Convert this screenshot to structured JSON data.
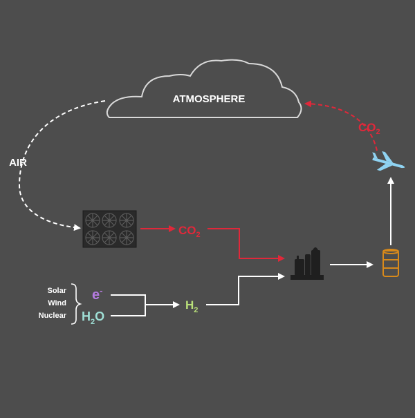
{
  "labels": {
    "atmosphere": "ATMOSPHERE",
    "air": "AIR",
    "co2_main": "CO",
    "co2_main_sub": "2",
    "co2_return": "CO",
    "co2_return_sub": "2",
    "h2_main": "H",
    "h2_main_sub": "2",
    "electron": "e",
    "electron_sup": "-",
    "water_h": "H",
    "water_sub": "2",
    "water_o": "O"
  },
  "sources": [
    "Solar",
    "Wind",
    "Nuclear"
  ],
  "colors": {
    "background": "#4d4d4d",
    "line": "#ffffff",
    "co2": "#e0283a",
    "electron": "#b57be0",
    "water": "#9fe0d6",
    "hydrogen": "#b9e07a",
    "plane": "#8fd3f2",
    "barrel": "#d98a1a",
    "dark_icon": "#2a2a2a"
  }
}
